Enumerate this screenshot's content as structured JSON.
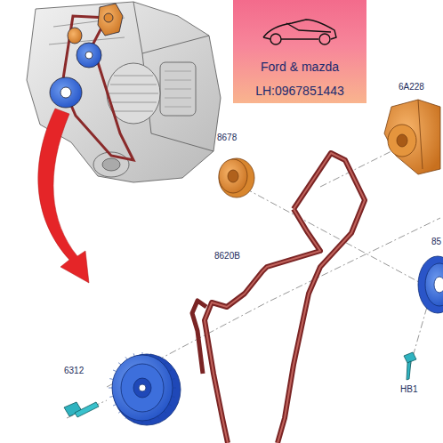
{
  "diagram": {
    "nodes": [
      {
        "text": [
          "Ford & mazda",
          "LH:0967851443"
        ]
      }
    ],
    "edges": [],
    "labels": [
      "8678",
      "6A228",
      "8620B",
      "85",
      "HB1",
      "6312"
    ]
  }
}
